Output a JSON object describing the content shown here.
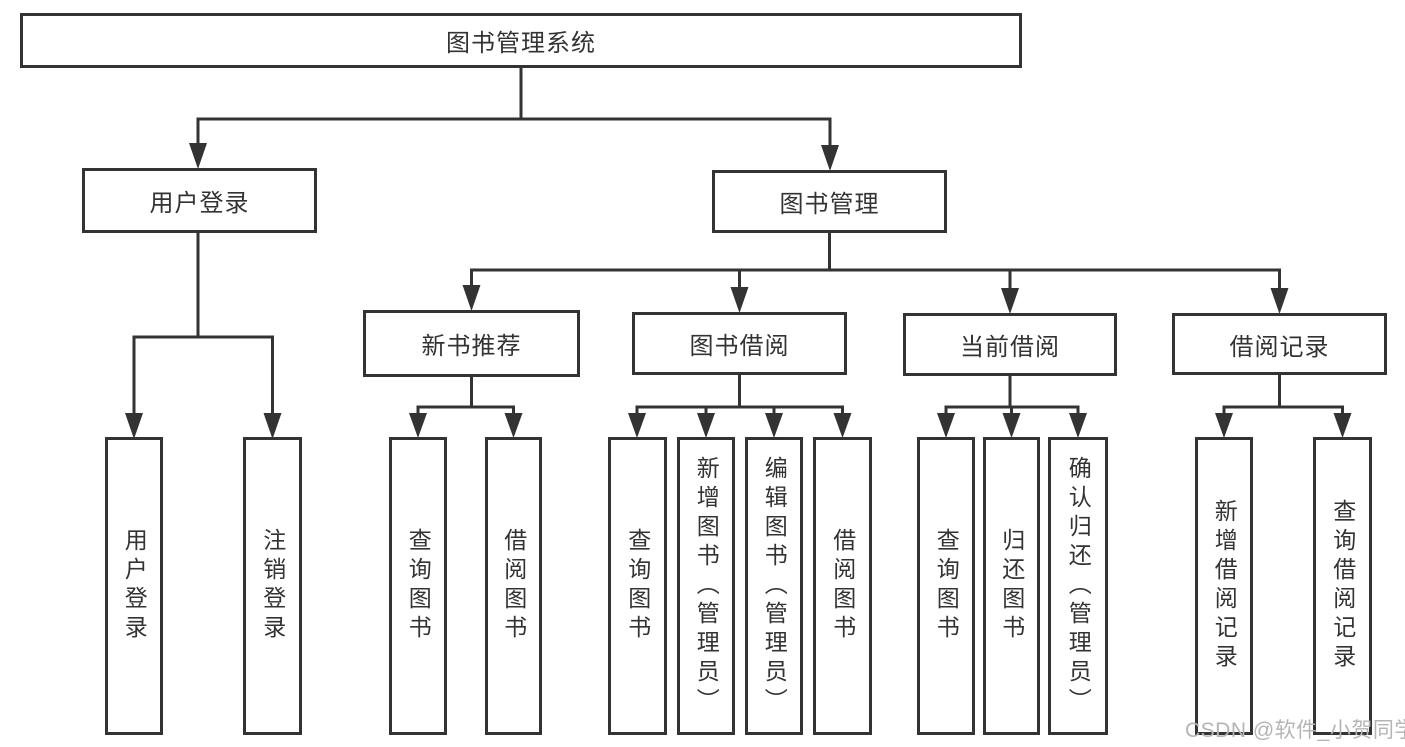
{
  "colors": {
    "line": "#333333",
    "box_border": "#333333",
    "text": "#333333",
    "watermark": "#b5b5b5",
    "background": "#ffffff"
  },
  "watermark": {
    "text": "CSDN @软件_小贺同学"
  },
  "tree": {
    "label": "图书管理系统",
    "children": [
      {
        "label": "用户登录",
        "children": [
          {
            "label": "用户登录"
          },
          {
            "label": "注销登录"
          }
        ]
      },
      {
        "label": "图书管理",
        "children": [
          {
            "label": "新书推荐",
            "children": [
              {
                "label": "查询图书"
              },
              {
                "label": "借阅图书"
              }
            ]
          },
          {
            "label": "图书借阅",
            "children": [
              {
                "label": "查询图书"
              },
              {
                "label": "新增图书（管理员）"
              },
              {
                "label": "编辑图书（管理员）"
              },
              {
                "label": "借阅图书"
              }
            ]
          },
          {
            "label": "当前借阅",
            "children": [
              {
                "label": "查询图书"
              },
              {
                "label": "归还图书"
              },
              {
                "label": "确认归还（管理员）"
              }
            ]
          },
          {
            "label": "借阅记录",
            "children": [
              {
                "label": "新增借阅记录"
              },
              {
                "label": "查询借阅记录"
              }
            ]
          }
        ]
      }
    ]
  }
}
